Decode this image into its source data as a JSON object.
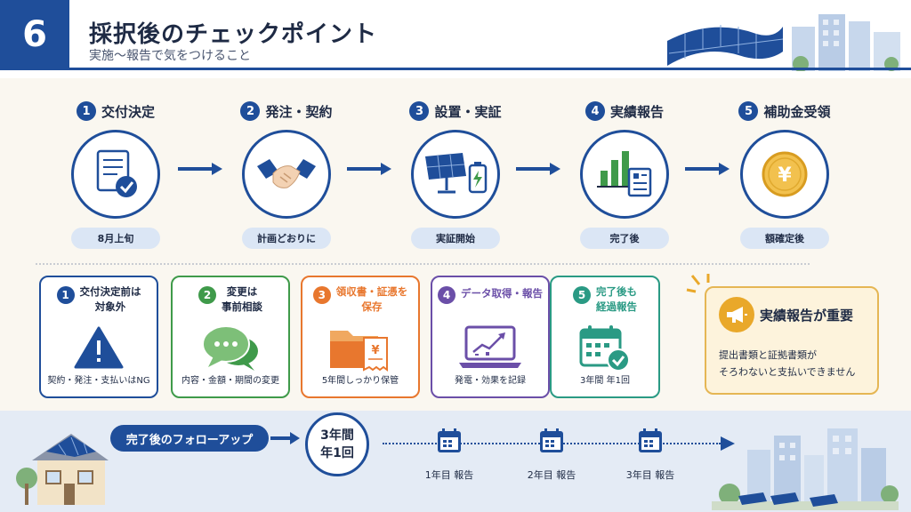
{
  "header": {
    "step_number": "6",
    "title": "採択後のチェックポイント",
    "subtitle": "実施〜報告で気をつけること"
  },
  "steps": [
    {
      "num": "1",
      "label": "交付決定",
      "pill": "8月上旬",
      "icon": "document-check-icon"
    },
    {
      "num": "2",
      "label": "発注・契約",
      "pill": "計画どおりに",
      "icon": "handshake-icon"
    },
    {
      "num": "3",
      "label": "設置・実証",
      "pill": "実証開始",
      "icon": "solar-panel-battery-icon"
    },
    {
      "num": "4",
      "label": "実績報告",
      "pill": "完了後",
      "icon": "chart-report-icon"
    },
    {
      "num": "5",
      "label": "補助金受領",
      "pill": "額確定後",
      "icon": "yen-coin-icon"
    }
  ],
  "cards": [
    {
      "num": "1",
      "title_line1": "交付決定前は",
      "title_line2": "対象外",
      "foot": "契約・発注・支払いはNG",
      "color": "#1f4e9a",
      "icon": "warning-icon"
    },
    {
      "num": "2",
      "title_line1": "変更は",
      "title_line2": "事前相談",
      "foot": "内容・金額・期間の変更",
      "color": "#3f9a4a",
      "icon": "chat-bubbles-icon"
    },
    {
      "num": "3",
      "title_line1": "領収書・証憑を",
      "title_line2": "保存",
      "foot": "5年間しっかり保管",
      "color": "#e8772e",
      "icon": "folder-receipt-icon"
    },
    {
      "num": "4",
      "title_line1": "データ取得・報告",
      "title_line2": "",
      "foot": "発電・効果を記録",
      "color": "#6b4fa8",
      "icon": "laptop-chart-icon"
    },
    {
      "num": "5",
      "title_line1": "完了後も",
      "title_line2": "経過報告",
      "foot": "3年間 年1回",
      "color": "#2a9a84",
      "icon": "calendar-check-icon"
    }
  ],
  "important": {
    "title": "実績報告が重要",
    "line1": "提出書類と証拠書類が",
    "line2": "そろわないと支払いできません"
  },
  "followup": {
    "label": "完了後のフォローアップ",
    "period_line1": "3年間",
    "period_line2": "年1回",
    "reports": [
      "1年目 報告",
      "2年目 報告",
      "3年目 報告"
    ]
  },
  "colors": {
    "primary": "#1f4e9a",
    "accent_orange": "#e8772e",
    "accent_yellow": "#e9a82a",
    "background": "#faf7f0"
  }
}
